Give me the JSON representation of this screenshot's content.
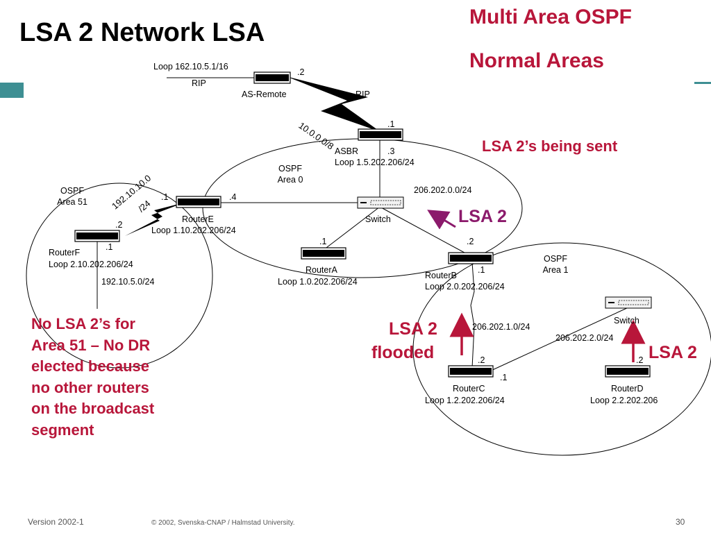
{
  "slide": {
    "title": "LSA 2 Network LSA",
    "header_line1": "Multi Area OSPF",
    "header_line2": "Normal Areas",
    "lsa_sent": "LSA 2’s being sent",
    "lsa2_area0": "LSA 2",
    "lsa2_flooded_line1": "LSA 2",
    "lsa2_flooded_line2": "flooded",
    "lsa2_right": "LSA 2",
    "note_lines": [
      "No LSA 2’s for",
      "Area 51 – No DR",
      "elected because",
      "no other routers",
      "on the broadcast",
      "segment"
    ],
    "footer_version": "Version 2002-1",
    "footer_copyright": "© 2002, Svenska-CNAP / Halmstad University.",
    "footer_page": "30",
    "colors": {
      "accent": "#b8163a",
      "purple": "#8b1a6b",
      "teal": "#3e8f93"
    }
  },
  "labels": {
    "as_remote_loop": "Loop 162.10.5.1/16",
    "as_remote_dot2": ".2",
    "rip_left": "RIP",
    "as_remote": "AS-Remote",
    "rip_right": "RIP",
    "serial_net": "10.0.0.0/8",
    "asbr_dot1": ".1",
    "asbr": "ASBR",
    "asbr_dot3": ".3",
    "asbr_loop": "Loop 1.5.202.206/24",
    "area0_line1": "OSPF",
    "area0_line2": "Area 0",
    "net_206_0": "206.202.0.0/24",
    "area51_line1": "OSPF",
    "area51_line2": "Area 51",
    "net_192_10_line1": "192.10.10.0",
    "net_192_10_line2": "/24",
    "routere_dot1": ".1",
    "routere_dot4": ".4",
    "routere": "RouterE",
    "routere_loop": "Loop 1.10.202.206/24",
    "switch0": "Switch",
    "routerf_dot2": ".2",
    "routerf_dot1": ".1",
    "routerf": "RouterF",
    "routerf_loop": "Loop 2.10.202.206/24",
    "net_192_5": "192.10.5.0/24",
    "routera_dot1": ".1",
    "routera": "RouterA",
    "routera_loop": "Loop 1.0.202.206/24",
    "routerb_dot2": ".2",
    "routerb_dot1": ".1",
    "routerb": "RouterB",
    "routerb_loop": "Loop 2.0.202.206/24",
    "area1_line1": "OSPF",
    "area1_line2": "Area 1",
    "switch1": "Switch",
    "net_206_1": "206.202.1.0/24",
    "net_206_2": "206.202.2.0/24",
    "routerc_dot2": ".2",
    "routerc_dot1": ".1",
    "routerc": "RouterC",
    "routerc_loop": "Loop 1.2.202.206/24",
    "routerd_dot2": ".2",
    "routerd": "RouterD",
    "routerd_loop": "Loop 2.2.202.206"
  }
}
